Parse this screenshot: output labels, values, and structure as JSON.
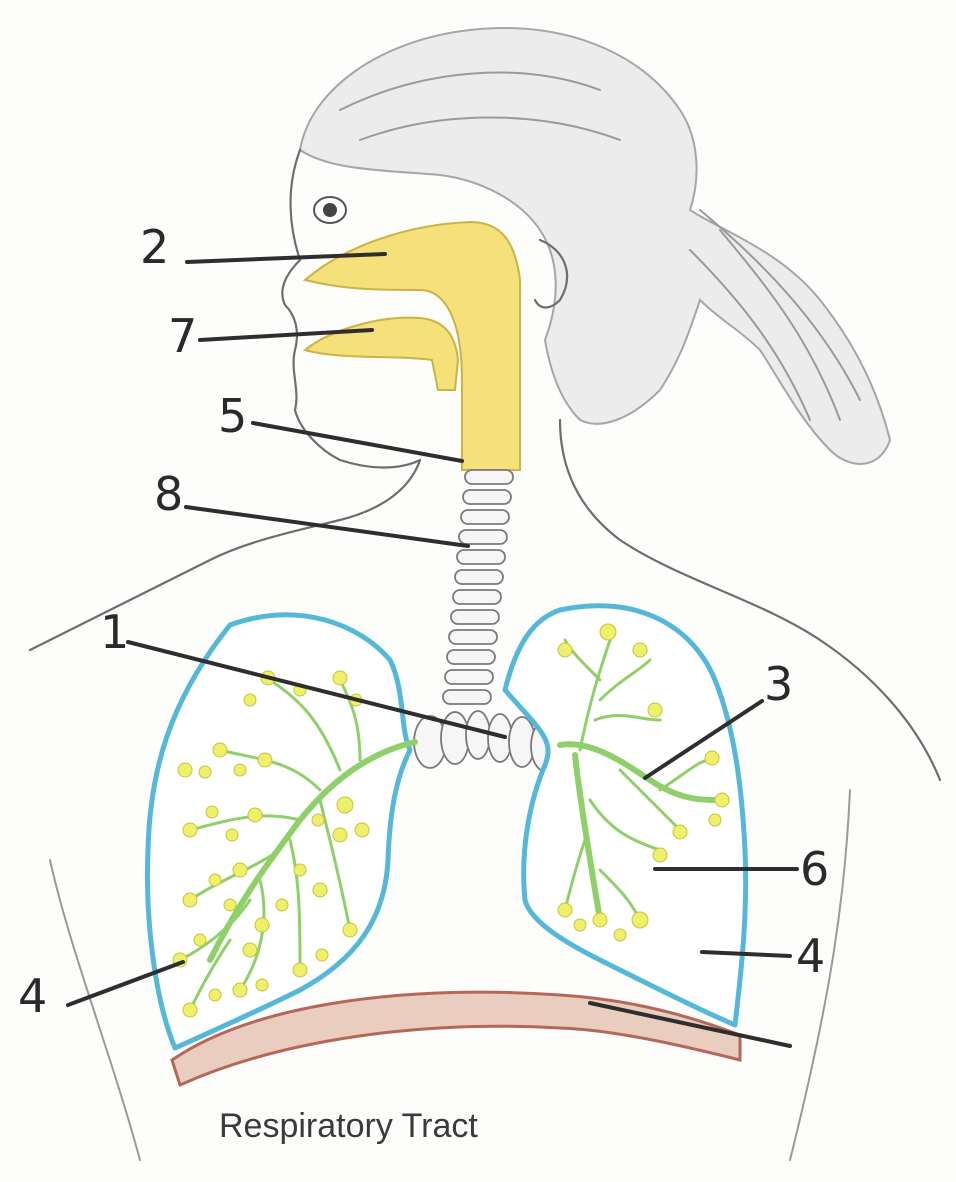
{
  "caption": "Respiratory Tract",
  "labels": {
    "l1": "1",
    "l2": "2",
    "l3": "3",
    "l4_left": "4",
    "l4_right": "4",
    "l5": "5",
    "l6": "6",
    "l7": "7",
    "l8": "8"
  },
  "colors": {
    "airway_yellow": "#f5e07a",
    "lung_outline_blue": "#56b8d8",
    "bronchiole_green": "#8fd06a",
    "alveoli_yellow": "#eef06a",
    "diaphragm_pink": "#e9cdbe"
  }
}
